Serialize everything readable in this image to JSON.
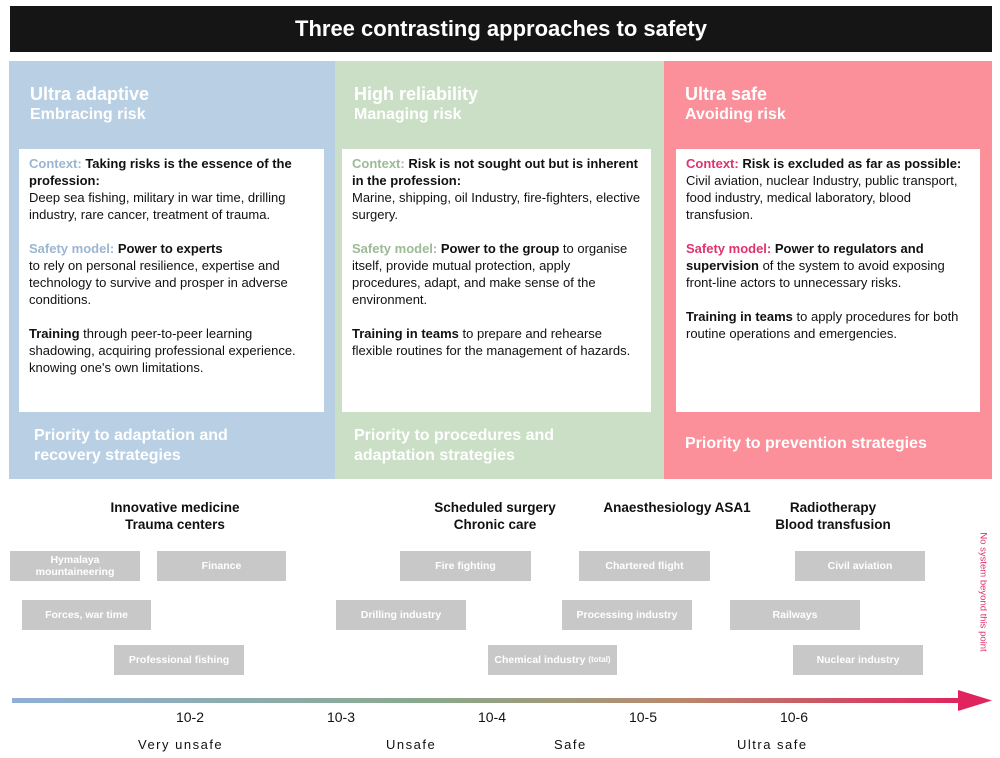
{
  "title": "Three contrasting approaches to safety",
  "colors": {
    "ultra_adaptive": "#b9d0e4",
    "high_reliability": "#cbdfc6",
    "ultra_safe": "#fb8f9a",
    "context_label_adaptive": "#9ab6d2",
    "context_label_reliability": "#9dba96",
    "context_label_safe": "#e0326e",
    "grey_box": "#c8c8c8",
    "arrow_start": "#8fb0d6",
    "arrow_mid": "#8aa88a",
    "arrow_end": "#e0245e"
  },
  "columns": [
    {
      "heading": "Ultra adaptive",
      "subheading": "Embracing risk",
      "context_label": "Context:",
      "context_bold": " Taking risks is the essence of the profession:",
      "context_text": "Deep sea fishing, military in war time, drilling industry, rare cancer, treatment of trauma.",
      "model_label": "Safety model:",
      "model_bold": " Power to experts",
      "model_text": "to rely on personal resilience, expertise and technology to survive and prosper in adverse conditions.",
      "training_bold": "Training",
      "training_text": " through peer-to-peer learning shadowing, acquiring professional experience. knowing one's own limitations.",
      "priority": "Priority to adaptation and recovery strategies"
    },
    {
      "heading": "High reliability",
      "subheading": "Managing risk",
      "context_label": "Context:",
      "context_bold": " Risk is not sought out but is inherent in the profession:",
      "context_text": "Marine, shipping, oil Industry, fire-fighters, elective surgery.",
      "model_label": "Safety model:",
      "model_bold": " Power to the group",
      "model_text": " to organise itself, provide mutual protection, apply procedures, adapt, and make sense of the environment.",
      "training_bold": "Training in teams",
      "training_text": " to prepare and rehearse flexible routines for the management of hazards.",
      "priority": "Priority to procedures and adaptation strategies"
    },
    {
      "heading": "Ultra safe",
      "subheading": "Avoiding risk",
      "context_label": "Context:",
      "context_bold": " Risk is excluded as far as possible:",
      "context_text": " Civil aviation, nuclear Industry, public transport, food industry, medical laboratory, blood transfusion.",
      "model_label": "Safety model:",
      "model_bold": " Power to regulators and supervision",
      "model_text": " of the system to avoid exposing front-line actors to unnecessary risks.",
      "training_bold": "Training in teams",
      "training_text": " to apply procedures for both routine operations and emergencies.",
      "priority": "Priority to prevention strategies"
    }
  ],
  "medical_sectors": [
    {
      "line1": "Innovative medicine",
      "line2": "Trauma centers"
    },
    {
      "line1": "Scheduled surgery",
      "line2": "Chronic care"
    },
    {
      "line1": "Anaesthesiology ASA1",
      "line2": ""
    },
    {
      "line1": "Radiotherapy",
      "line2": "Blood transfusion"
    }
  ],
  "industries": {
    "hymalaya": {
      "line1": "Hymalaya",
      "line2": "mountaineering"
    },
    "finance": "Finance",
    "forces": "Forces, war time",
    "fishing": "Professional fishing",
    "fire": "Fire fighting",
    "drilling": "Drilling industry",
    "chemical": "Chemical industry",
    "chemical_note": "(total)",
    "chartered": "Chartered flight",
    "processing": "Processing industry",
    "civil": "Civil aviation",
    "railways": "Railways",
    "nuclear": "Nuclear industry"
  },
  "axis": {
    "ticks": [
      "10-2",
      "10-3",
      "10-4",
      "10-5",
      "10-6"
    ],
    "zones": [
      "Very unsafe",
      "Unsafe",
      "Safe",
      "Ultra safe"
    ]
  },
  "no_system_note": "No system beyond this point"
}
